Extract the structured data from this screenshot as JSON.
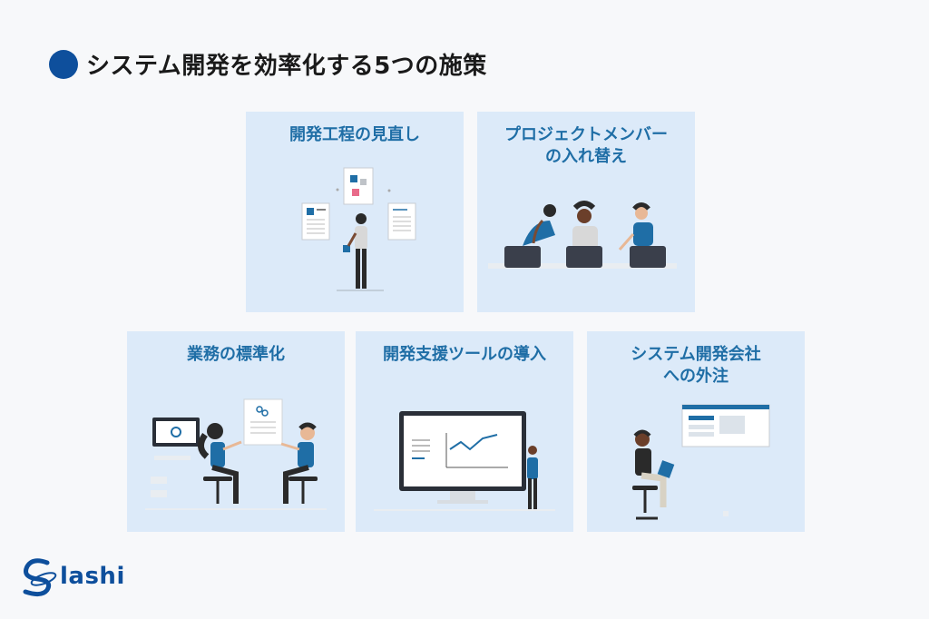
{
  "title": "システム開発を効率化する5つの施策",
  "colors": {
    "accent": "#0e4f9c",
    "card_bg": "#dceaf9",
    "card_title": "#1f6ea6"
  },
  "cards": [
    {
      "title": "開発工程の見直し"
    },
    {
      "title": "プロジェクトメンバー\nの入れ替え"
    },
    {
      "title": "業務の標準化"
    },
    {
      "title": "開発支援ツールの導入"
    },
    {
      "title": "システム開発会社\nへの外注"
    }
  ],
  "logo": {
    "text": "lashi"
  }
}
